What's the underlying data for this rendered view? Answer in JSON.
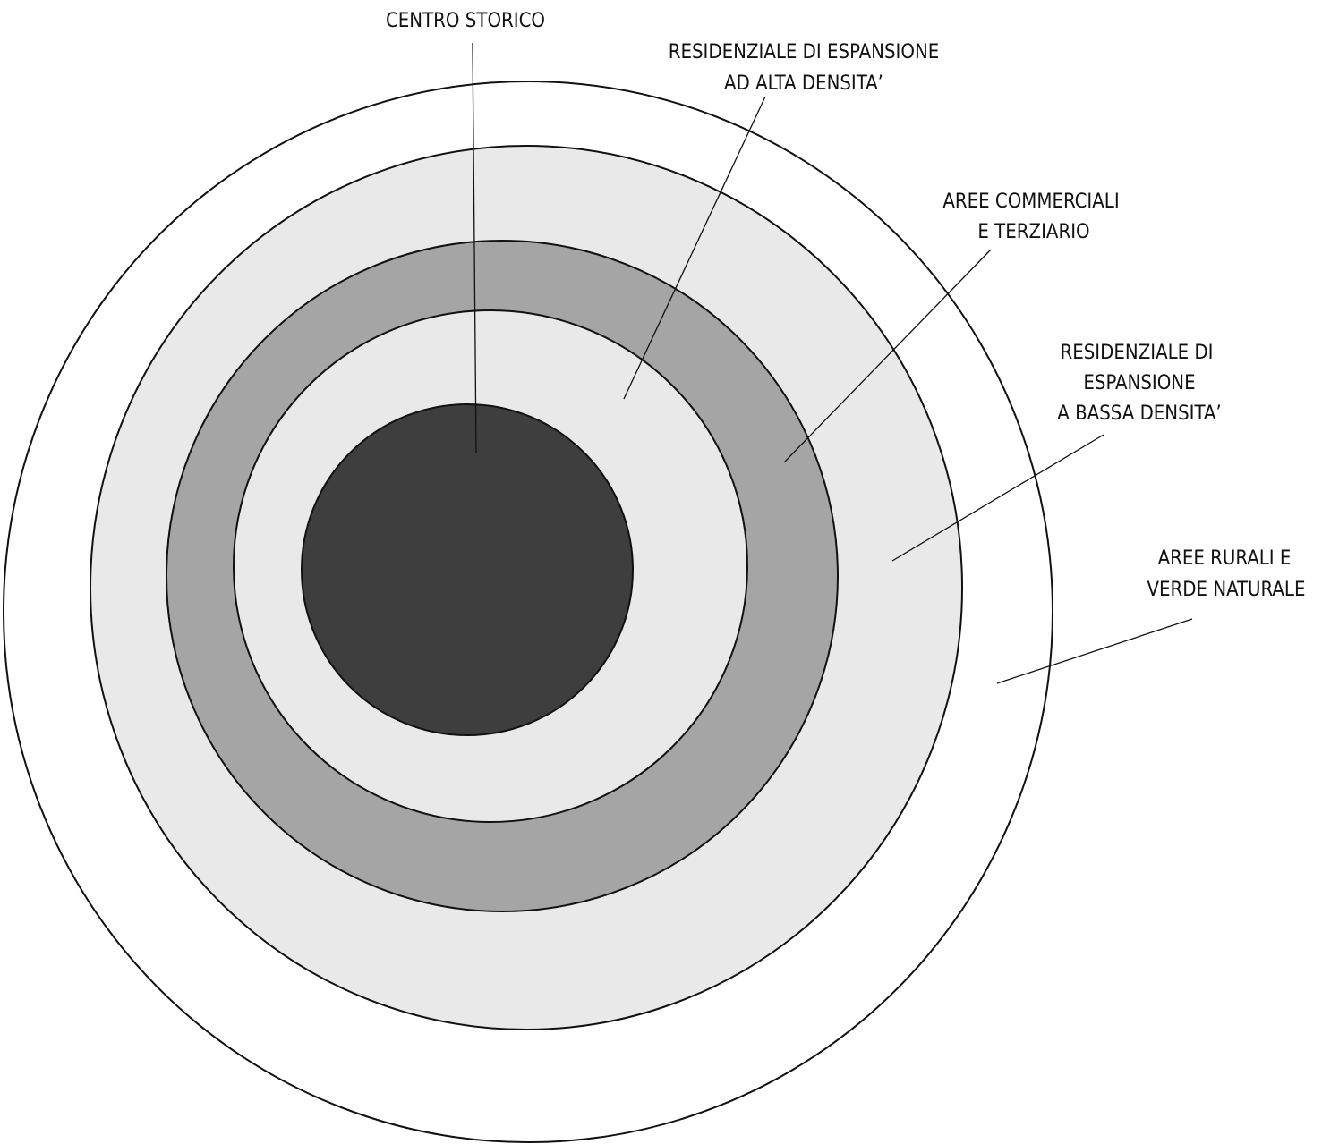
{
  "diagram": {
    "zones": [
      {
        "id": "aree-rurali",
        "lines": [
          "AREE RURALI E",
          "VERDE NATURALE"
        ],
        "color": "#ffffff"
      },
      {
        "id": "residenziale-bassa",
        "lines": [
          "RESIDENZIALE DI",
          "ESPANSIONE",
          "A BASSA DENSITA’"
        ],
        "color": "#e9e9e9"
      },
      {
        "id": "aree-commerciali",
        "lines": [
          "AREE COMMERCIALI",
          "E TERZIARIO"
        ],
        "color": "#a5a5a5"
      },
      {
        "id": "residenziale-alta",
        "lines": [
          "RESIDENZIALE DI ESPANSIONE",
          "AD ALTA DENSITA’"
        ],
        "color": "#e9e9e9"
      },
      {
        "id": "centro-storico",
        "lines": [
          "CENTRO STORICO"
        ],
        "color": "#3e3e3e"
      }
    ]
  }
}
